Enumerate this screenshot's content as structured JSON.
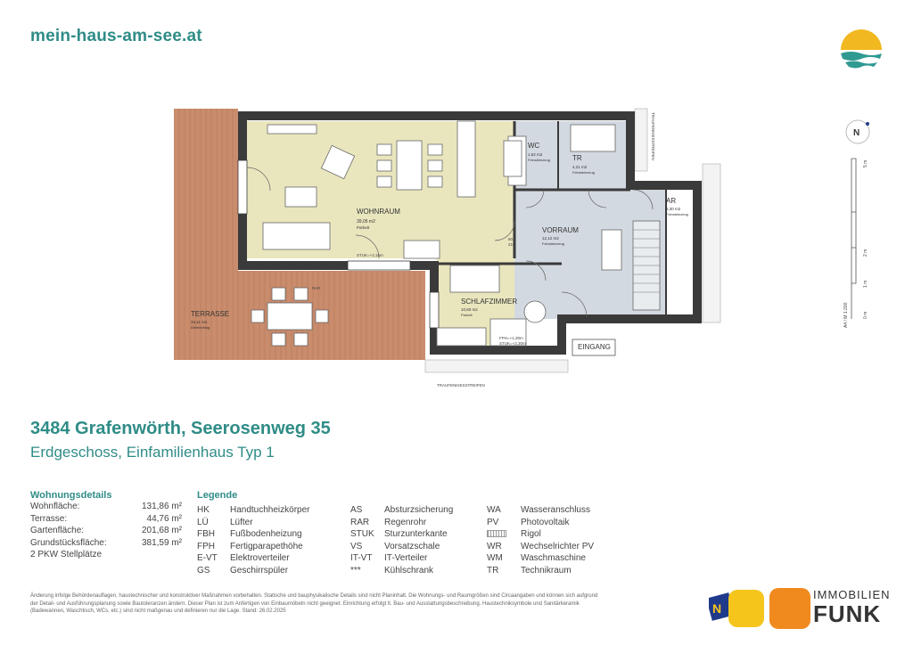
{
  "site": "mein-haus-am-see.at",
  "title": "3484 Grafenwörth, Seerosenweg 35",
  "subtitle": "Erdgeschoss, Einfamilienhaus Typ 1",
  "plan": {
    "traufe_top": "TRAUFENKIESSTREIFEN",
    "traufe_bottom": "TRAUFENKIESSTREIFEN",
    "north": "N",
    "scale_label": "A4 / M 1:200",
    "scale_ticks": [
      "0 m",
      "1 m",
      "2 m",
      "5 m"
    ],
    "rooms": [
      {
        "name": "WOHNRAUM",
        "area": "39,05 m2",
        "floor": "Parkett"
      },
      {
        "name": "WC",
        "area": "1,62 m2",
        "floor": "Feinsteinzeug"
      },
      {
        "name": "TR",
        "area": "4,21 m2",
        "floor": "Feinsteinzeug"
      },
      {
        "name": "AR",
        "area": "6,30 m2",
        "floor": "Feinsteinzeug"
      },
      {
        "name": "VORRAUM",
        "area": "12,12 m2",
        "floor": "Feinsteinzeug"
      },
      {
        "name": "SCHLAFZIMMER",
        "area": "10,60 m2",
        "floor": "Parkett"
      },
      {
        "name": "TERRASSE",
        "area": "34,11 m2",
        "floor": "Dielenbelag"
      },
      {
        "name": "EINGANG",
        "area": "",
        "floor": ""
      }
    ],
    "small_labels": {
      "stuk1": "STUK=+2,15m",
      "stuk2": "STUK=+2,15m",
      "rar": "RAR",
      "fph": "FPH=+1,30m",
      "stuk3": "STUK=+2,30m",
      "d80_210": "80",
      "d210": "210",
      "d90": "90"
    }
  },
  "details": {
    "heading": "Wohnungsdetails",
    "rows": [
      {
        "label": "Wohnfläche:",
        "value": "131,86 m²"
      },
      {
        "label": "Terrasse:",
        "value": "44,76 m²"
      },
      {
        "label": "Gartenfläche:",
        "value": "201,68 m²"
      },
      {
        "label": "Grundstücksfläche:",
        "value": "381,59 m²"
      },
      {
        "label": "2 PKW Stellplätze",
        "value": ""
      }
    ]
  },
  "legend": {
    "heading": "Legende",
    "col1": [
      {
        "k": "HK",
        "v": "Handtuchheizkörper"
      },
      {
        "k": "LÜ",
        "v": "Lüfter"
      },
      {
        "k": "FBH",
        "v": "Fußbodenheizung"
      },
      {
        "k": "FPH",
        "v": "Fertigparapethöhe"
      },
      {
        "k": "E-VT",
        "v": "Elektroverteiler"
      },
      {
        "k": "GS",
        "v": "Geschirrspüler"
      }
    ],
    "col2": [
      {
        "k": "AS",
        "v": "Absturzsicherung"
      },
      {
        "k": "RAR",
        "v": "Regenrohr"
      },
      {
        "k": "STUK",
        "v": "Sturzunterkante"
      },
      {
        "k": "VS",
        "v": "Vorsatzschale"
      },
      {
        "k": "IT-VT",
        "v": "IT-Verteiler"
      },
      {
        "k": "***",
        "v": "Kühlschrank"
      }
    ],
    "col3": [
      {
        "k": "WA",
        "v": "Wasseranschluss"
      },
      {
        "k": "PV",
        "v": "Photovoltaik"
      },
      {
        "k": "",
        "v": "Rigol"
      },
      {
        "k": "WR",
        "v": "Wechselrichter PV"
      },
      {
        "k": "WM",
        "v": "Waschmaschine"
      },
      {
        "k": "TR",
        "v": "Technikraum"
      }
    ]
  },
  "footer": "Änderung infolge Behördenauflagen, haustechnischer und konstruktiver Maßnahmen vorbehalten. Statische und bauphysikalische Details sind nicht Planinhalt. Die Wohnungs- und Raumgrößen sind Circaangaben und können sich aufgrund der Detail- und Ausführungsplanung sowie Bautoleranzen ändern. Dieser Plan ist zum Anfertigen von Einbaumöbeln nicht geeignet. Einrichtung erfolgt lt. Bau- und Ausstattungsbeschreibung. Haustechniksymbole und Sanitärkeramik (Badewannen, Waschtisch, WCs, etc.) sind nicht maßgenau und definieren nur die Lage. Stand: 26.02.2025",
  "brand": {
    "line1": "IMMOBILIEN",
    "line2": "FUNK",
    "badge": "N"
  },
  "colors": {
    "accent": "#2f8c87",
    "living": "#e9e6be",
    "service": "#d3d9e0",
    "terrace": "#c98c6c",
    "wall": "#3a3a3a"
  }
}
